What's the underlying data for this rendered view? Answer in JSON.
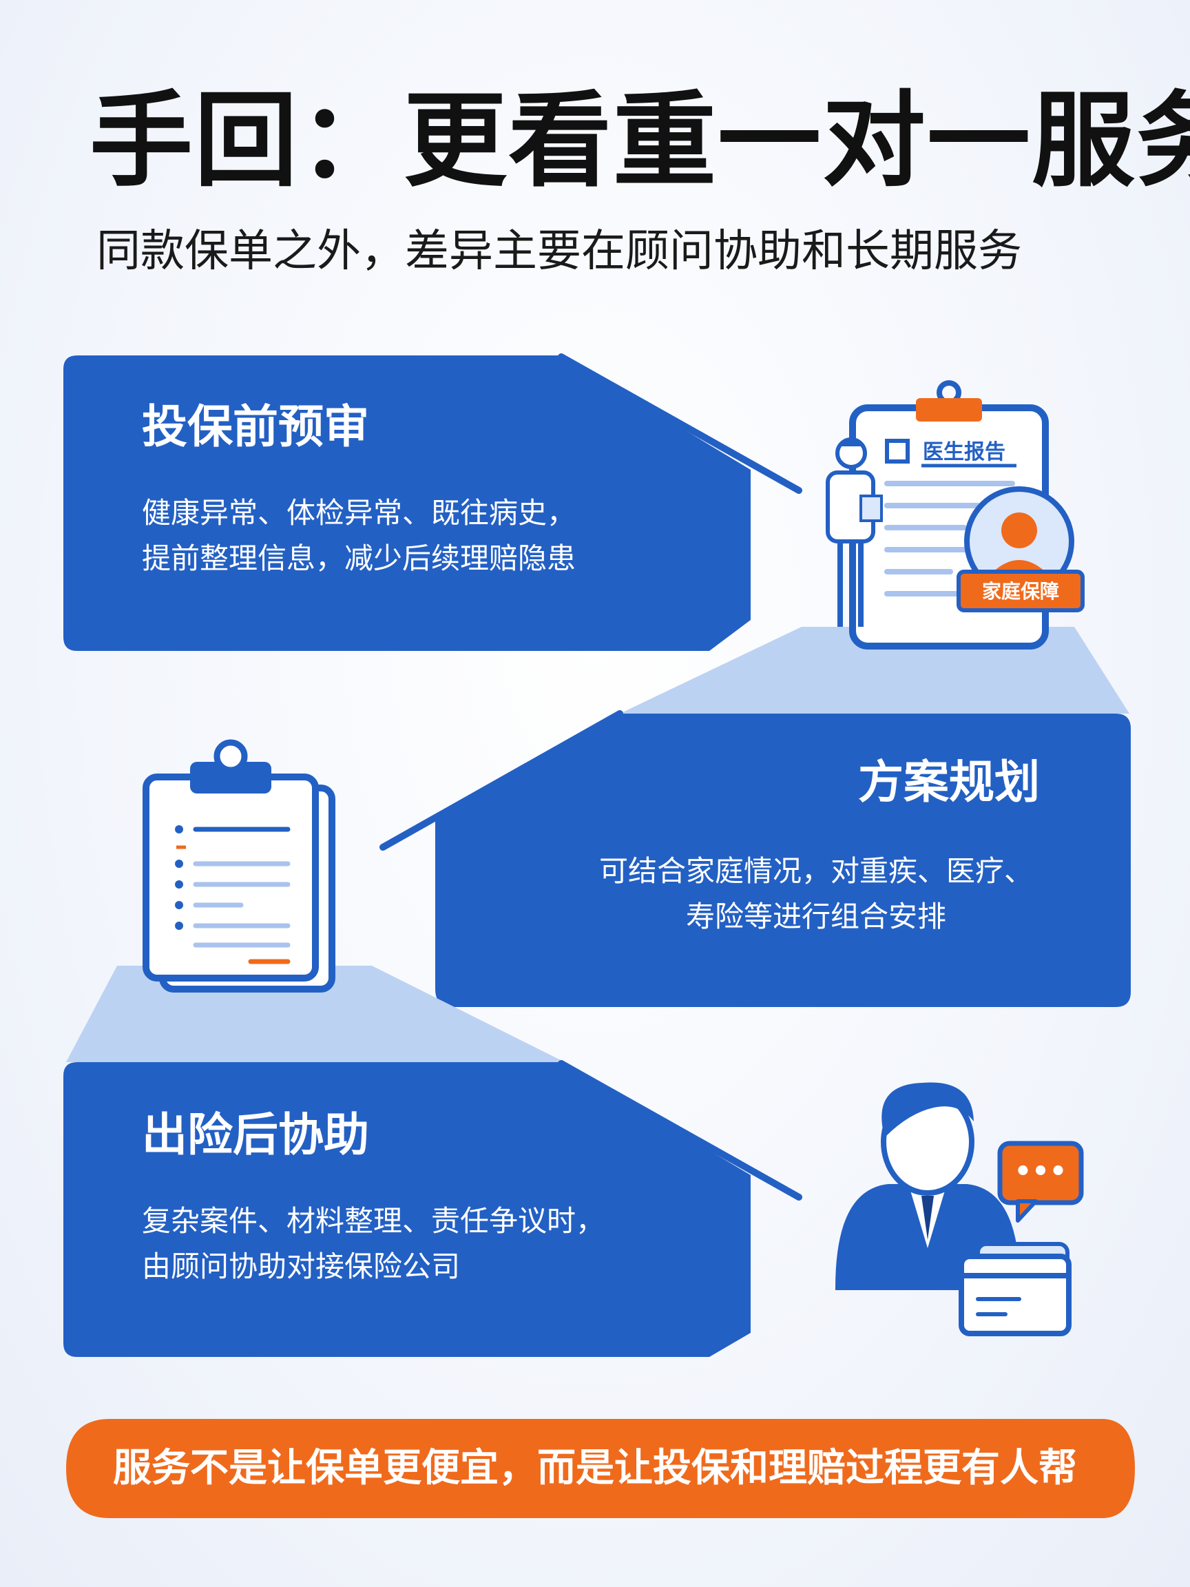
{
  "header": {
    "title": "手回：更看重一对一服务",
    "subtitle": "同款保单之外，差异主要在顾问协助和长期服务"
  },
  "cards": [
    {
      "title": "投保前预审",
      "lines": [
        "健康异常、体检异常、既往病史，",
        "提前整理信息，减少后续理赔隐患"
      ]
    },
    {
      "title": "方案规划",
      "lines": [
        "可结合家庭情况，对重疾、医疗、",
        "寿险等进行组合安排"
      ]
    },
    {
      "title": "出险后协助",
      "lines": [
        "复杂案件、材料整理、责任争议时，",
        "由顾问协助对接保险公司"
      ]
    }
  ],
  "illustrations": {
    "report_label": "医生报告",
    "family_badge": "家庭保障",
    "chat_glyph": "•••"
  },
  "banner": {
    "text": "服务不是让保单更便宜，而是让投保和理赔过程更有人帮"
  },
  "colors": {
    "primary_blue": "#2360c4",
    "light_blue": "#bcd2f3",
    "accent_orange": "#f06a1c"
  },
  "icons": [
    "clipboard-report-icon",
    "doctor-icon",
    "family-avatar-icon",
    "checklist-clipboard-icon",
    "advisor-icon",
    "chat-bubble-icon",
    "document-card-icon"
  ]
}
